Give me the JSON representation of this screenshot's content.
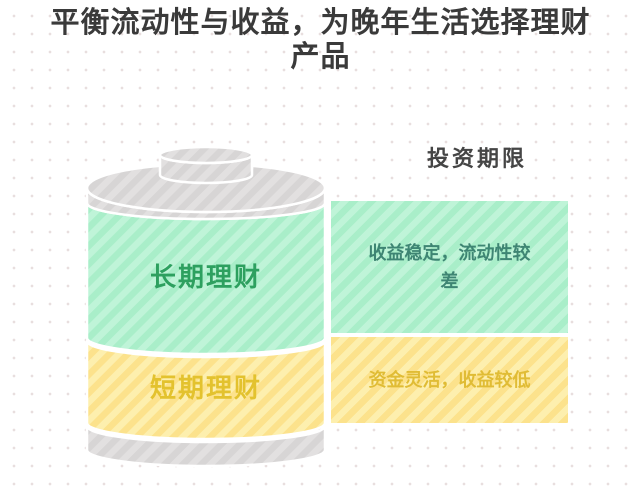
{
  "title": "平衡流动性与收益，为晚年生活选择理财产品",
  "column_header": "投资期限",
  "cylinder": {
    "layers": [
      {
        "id": "long-term",
        "label": "长期理财",
        "note": "收益稳定，流动性较差"
      },
      {
        "id": "short-term",
        "label": "短期理财",
        "note": "资金灵活，收益较低"
      }
    ]
  },
  "colors": {
    "title-text": "#3a3a3a",
    "header-text": "#454545",
    "green-fill": "#a9eec9",
    "green-stripe": "#bff4d8",
    "green-text": "#2da05f",
    "green-note-text": "#3e8573",
    "yellow-fill": "#fce28c",
    "yellow-stripe": "#fdefae",
    "yellow-text": "#e3c22e",
    "yellow-note-text": "#e0bc35",
    "gray-fill": "#d7d5d5",
    "gray-stripe": "#e2e0e0",
    "bg-dot": "#e8dede"
  }
}
